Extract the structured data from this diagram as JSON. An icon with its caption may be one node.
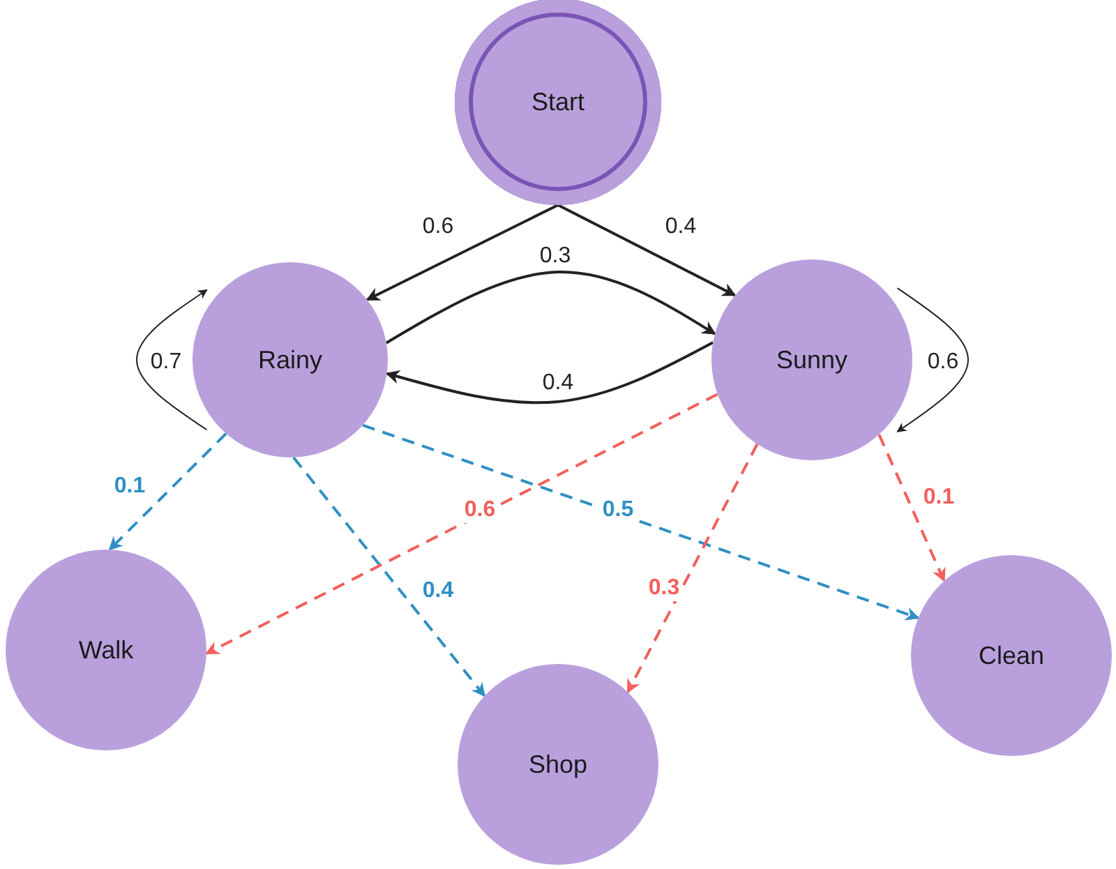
{
  "diagram": {
    "nodes": [
      {
        "text": [
          "Start"
        ]
      },
      {
        "text": [
          "Rainy"
        ]
      },
      {
        "text": [
          "Sunny"
        ]
      },
      {
        "text": [
          "Walk"
        ]
      },
      {
        "text": [
          "Shop"
        ]
      },
      {
        "text": [
          "Clean"
        ]
      }
    ],
    "edges": [
      {
        "from": 0,
        "to": 1,
        "arrow": "to",
        "label": "0.6"
      },
      {
        "from": 0,
        "to": 2,
        "arrow": "to",
        "label": "0.4"
      },
      {
        "from": 1,
        "to": 2,
        "arrow": "to",
        "label": "0.3"
      },
      {
        "from": 2,
        "to": 1,
        "arrow": "to",
        "label": "0.4"
      },
      {
        "from": 1,
        "to": 1,
        "arrow": "to",
        "label": "0.7"
      },
      {
        "from": 2,
        "to": 2,
        "arrow": "to",
        "label": "0.6"
      },
      {
        "from": 1,
        "to": 3,
        "arrow": "to",
        "label": "0.1",
        "style": "dashed",
        "color": "#2f8fc4"
      },
      {
        "from": 1,
        "to": 4,
        "arrow": "to",
        "label": "0.4",
        "style": "dashed",
        "color": "#2f8fc4"
      },
      {
        "from": 1,
        "to": 5,
        "arrow": "to",
        "label": "0.5",
        "style": "dashed",
        "color": "#2f8fc4"
      },
      {
        "from": 2,
        "to": 3,
        "arrow": "to",
        "label": "0.6",
        "style": "dashed",
        "color": "#f25f5c"
      },
      {
        "from": 2,
        "to": 4,
        "arrow": "to",
        "label": "0.3",
        "style": "dashed",
        "color": "#f25f5c"
      },
      {
        "from": 2,
        "to": 5,
        "arrow": "to",
        "label": "0.1",
        "style": "dashed",
        "color": "#f25f5c"
      }
    ]
  }
}
